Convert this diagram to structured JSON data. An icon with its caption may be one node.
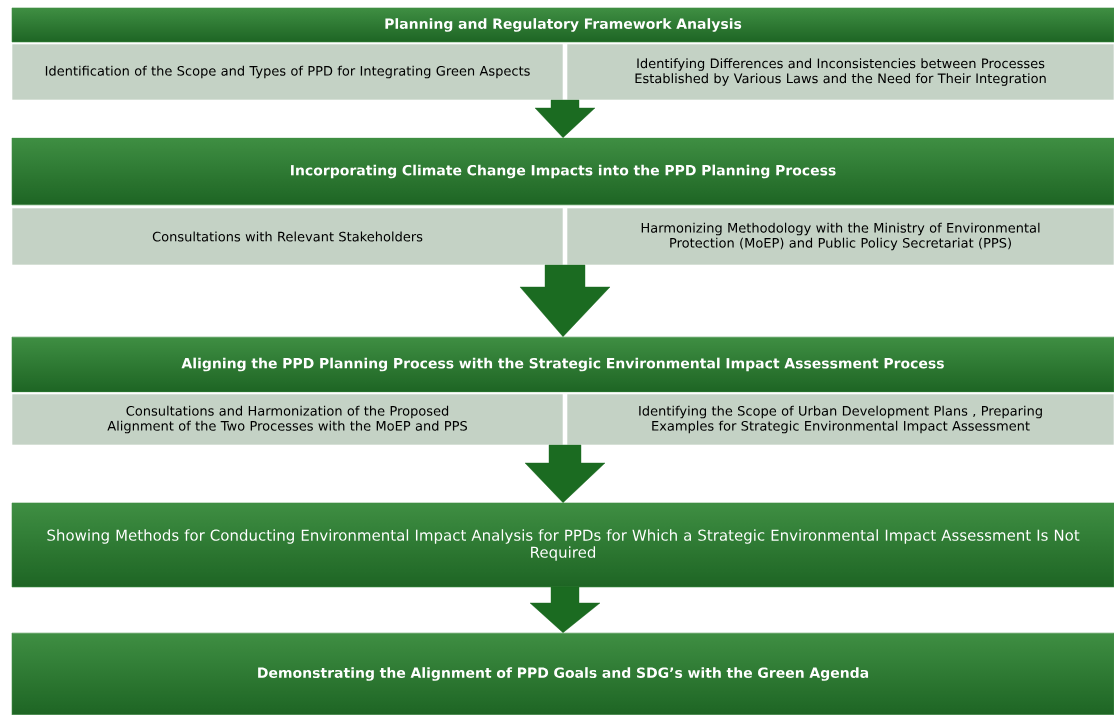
{
  "diagram": {
    "nodes": [
      {
        "text": [
          "Planning and Regulatory Framework Analysis"
        ]
      },
      {
        "text": [
          "Identification of the Scope and Types of PPD for Integrating Green Aspects"
        ]
      },
      {
        "text": [
          "Identifying Differences and Inconsistencies between Processes Established by Various Laws and the Need for Their Integration"
        ]
      },
      {
        "text": [
          "Incorporating Climate Change Impacts into the PPD Planning Process"
        ]
      },
      {
        "text": [
          "Consultations with Relevant Stakeholders"
        ]
      },
      {
        "text": [
          "Harmonizing Methodology with the Ministry of Environmental Protection (MoEP) and Public Policy Secretariat (PPS)"
        ]
      },
      {
        "text": [
          "Aligning the PPD Planning Process with the Strategic Environmental Impact Assessment Process"
        ]
      },
      {
        "text": [
          "Consultations and Harmonization of the Proposed Alignment of the Two Processes with the MoEP and PPS"
        ]
      },
      {
        "text": [
          "Identifying the Scope of Urban Development Plans , Preparing Examples for Strategic Environmental Impact Assessment"
        ]
      },
      {
        "text": [
          "Showing Methods for Conducting Environmental Impact Analysis for PPDs for Which a Strategic Environmental Impact Assessment Is Not Required"
        ]
      },
      {
        "text": [
          "Demonstrating the Alignment of PPD Goals and SDG’s with the Green Agenda"
        ]
      }
    ],
    "edges": [
      {
        "from": 0,
        "to": 3,
        "arrow": "to"
      },
      {
        "from": 3,
        "to": 6,
        "arrow": "to"
      },
      {
        "from": 6,
        "to": 9,
        "arrow": "to"
      },
      {
        "from": 9,
        "to": 10,
        "arrow": "to"
      }
    ]
  }
}
